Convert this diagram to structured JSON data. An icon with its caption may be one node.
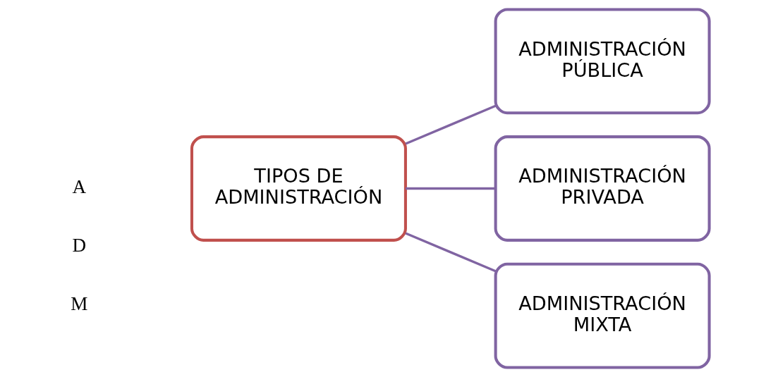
{
  "diagram": {
    "nodes": [
      {
        "text": [
          "TIPOS DE ADMINISTRACIÓN"
        ]
      },
      {
        "text": [
          "ADMINISTRACIÓN PÚBLICA"
        ]
      },
      {
        "text": [
          "ADMINISTRACIÓN PRIVADA"
        ]
      },
      {
        "text": [
          "ADMINISTRACIÓN MIXTA"
        ]
      }
    ],
    "edges": [
      {
        "from": 0,
        "to": 1,
        "arrow": "none"
      },
      {
        "from": 0,
        "to": 2,
        "arrow": "none"
      },
      {
        "from": 0,
        "to": 3,
        "arrow": "none"
      }
    ],
    "labels": [
      "A",
      "D",
      "M"
    ]
  }
}
